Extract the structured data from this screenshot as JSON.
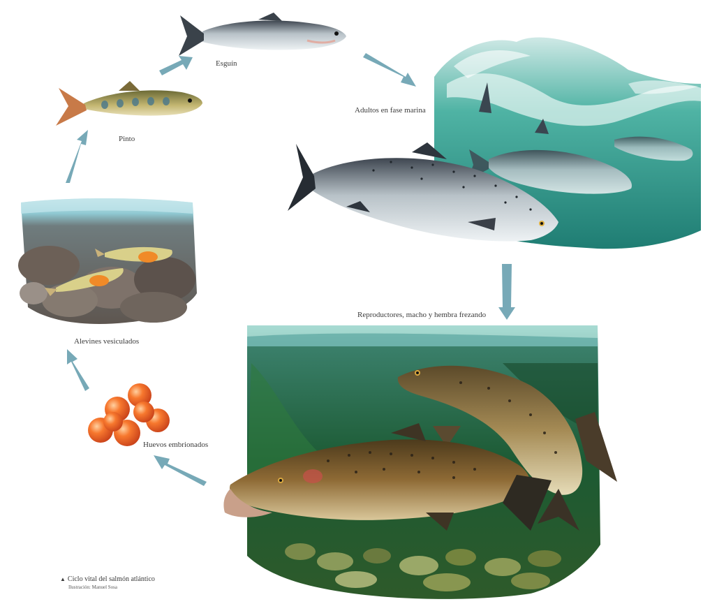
{
  "diagram": {
    "stages": [
      {
        "id": "esguin",
        "label": "Esguín"
      },
      {
        "id": "adultos",
        "label": "Adultos en fase marina"
      },
      {
        "id": "reproductores",
        "label": "Reproductores, macho y hembra frezando"
      },
      {
        "id": "huevos",
        "label": "Huevos embrionados"
      },
      {
        "id": "alevines",
        "label": "Alevines vesiculados"
      },
      {
        "id": "pinto",
        "label": "Pinto"
      }
    ],
    "caption": {
      "title": "Ciclo vital del salmón atlántico",
      "credit": "Ilustración: Manuel Sosa",
      "marker": "▲"
    }
  },
  "colors": {
    "arrow": "#5f9aaa",
    "sea": "#2f9e8e",
    "sea_deep": "#1d6f6a",
    "river": "#1f5e35",
    "salmon_silver": "#aab6be",
    "salmon_back": "#3e4650",
    "spawner_brown": "#7a5a2e",
    "egg": "#f0682a",
    "fry_orange": "#f08a28"
  }
}
